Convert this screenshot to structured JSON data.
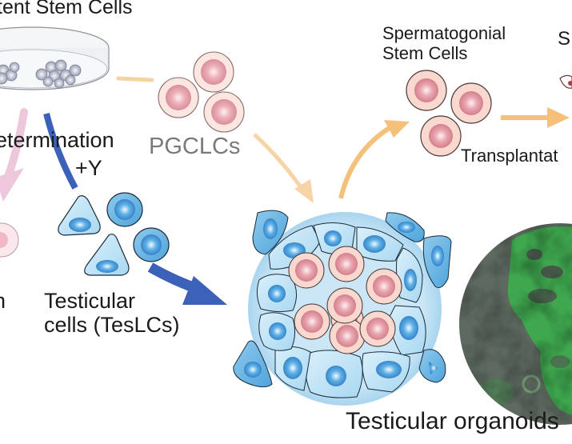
{
  "figure": {
    "title_fragment": "tent Stem Cells",
    "labels": {
      "sex_determination": "etermination",
      "plus_y": "+Y",
      "pgclcs": "PGCLCs",
      "ssc_line1": "Spermatogonial",
      "ssc_line2": "Stem Cells",
      "sperm_fragment": "S",
      "transplantation": "Transplantat",
      "testicular_cells_line1": "Testicular",
      "testicular_cells_line2": "cells (TesLCs)",
      "organoids": "Testicular organoids",
      "left_fragment": "n"
    },
    "colors": {
      "pgc_outer": "#f8dcd6",
      "pgc_nucleus": "#dc8896",
      "blue_cell": "#bfe2f4",
      "blue_nucleus": "#3f8fd0",
      "blue_arrow": "#3b62b8",
      "orange_arrow": "#f5c07a",
      "pink_arrow": "#edc8dc",
      "organoid_bg": "#bfe0f2",
      "fluorescence_green": "#3fa84f",
      "fluorescence_gray": "#5e6a60"
    }
  }
}
